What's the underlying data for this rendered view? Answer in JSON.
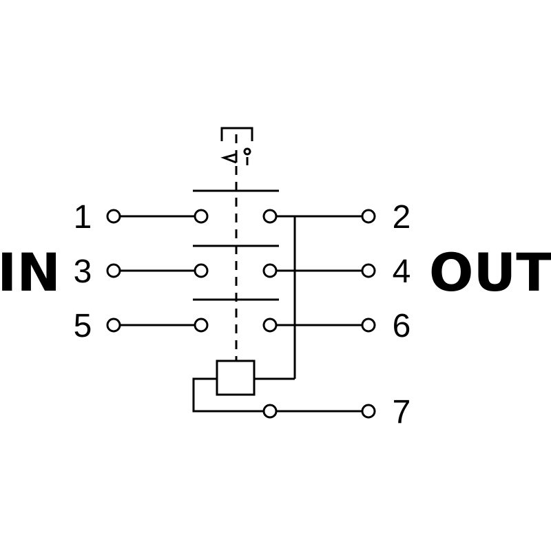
{
  "labels": {
    "in": "IN",
    "out": "OUT"
  },
  "terminals": {
    "t1": "1",
    "t2": "2",
    "t3": "3",
    "t4": "4",
    "t5": "5",
    "t6": "6",
    "t7": "7"
  },
  "colors": {
    "line": "#000000",
    "background": "#ffffff"
  }
}
